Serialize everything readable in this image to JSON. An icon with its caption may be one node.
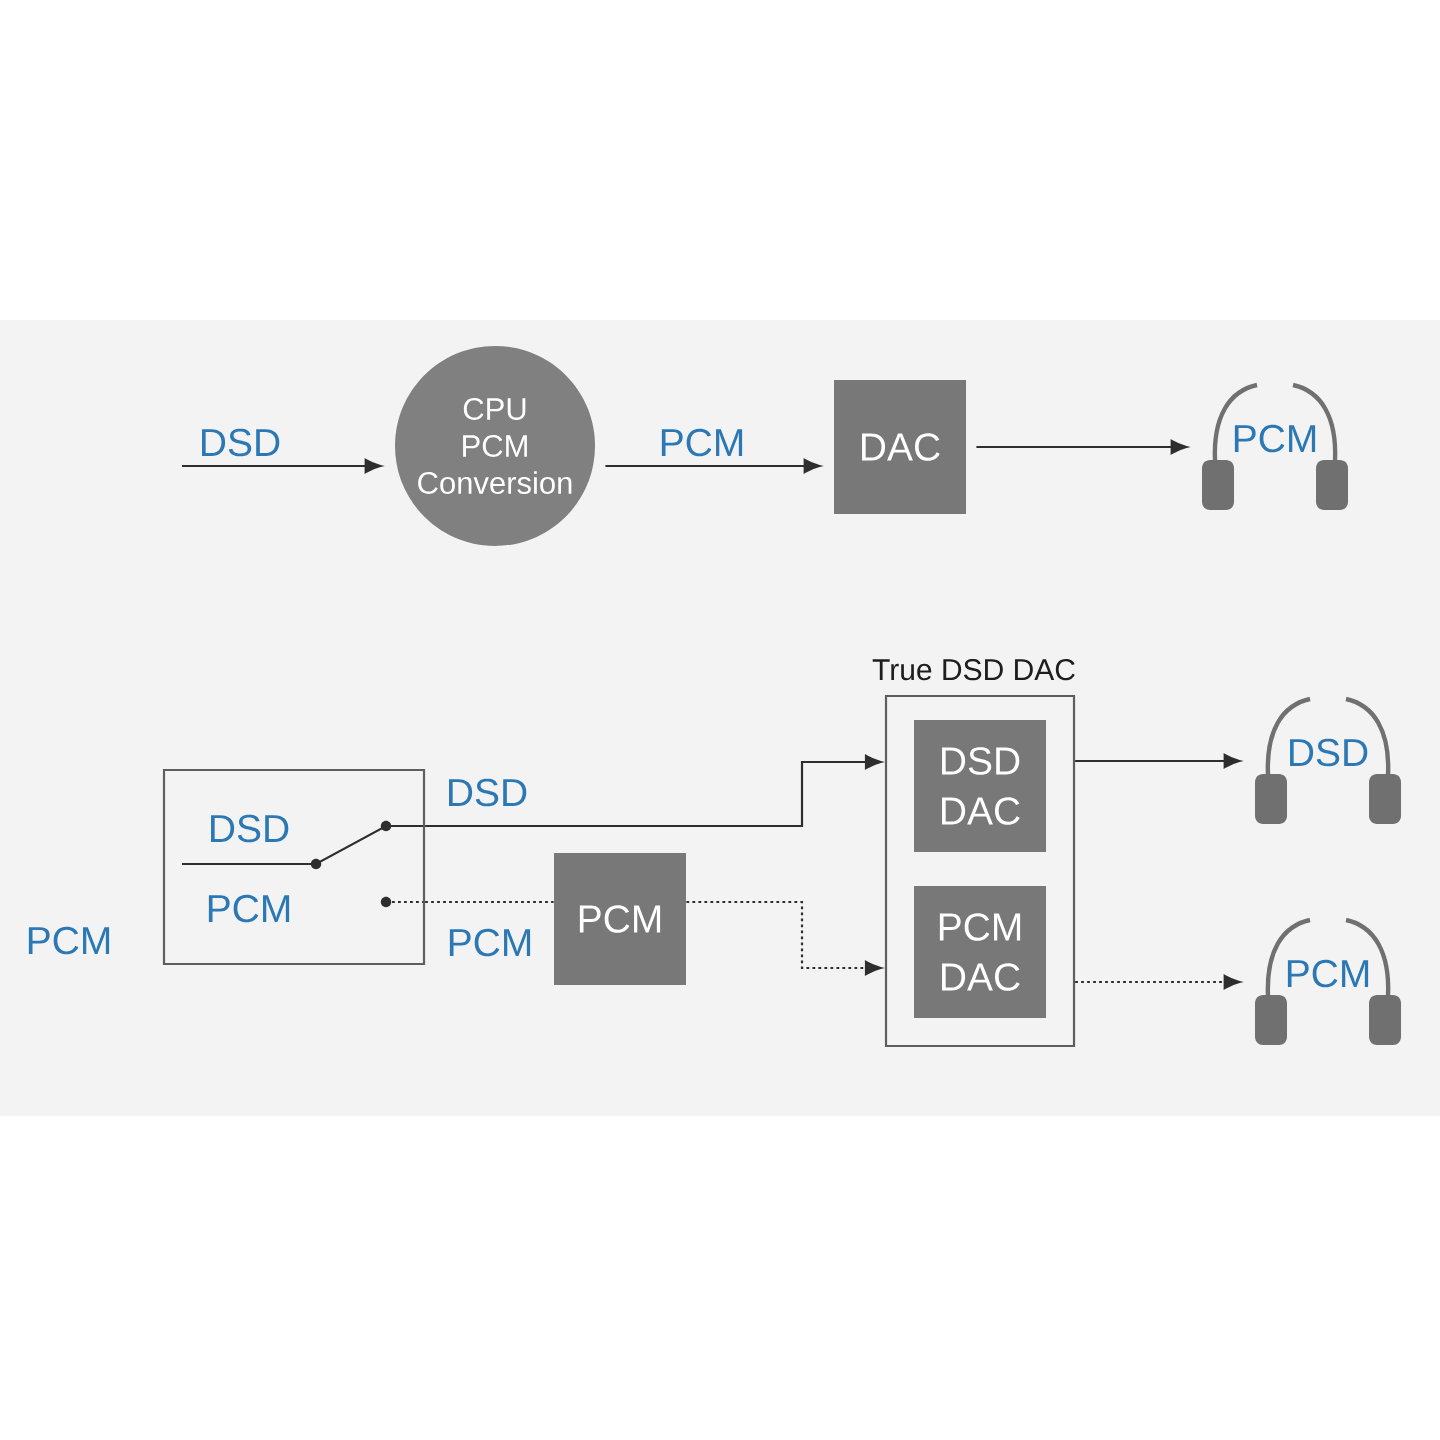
{
  "diagram": {
    "nodes": [
      {
        "text": [
          "CPU PCM Conversion"
        ]
      },
      {
        "text": [
          "DAC"
        ]
      },
      {
        "text": [
          "PCM"
        ]
      },
      {
        "text": [
          "DSD",
          "PCM"
        ]
      },
      {
        "text": [
          "PCM"
        ]
      },
      {
        "text": [
          "True DSD DAC"
        ]
      },
      {
        "text": [
          "DSD DAC"
        ],
        "in": 5
      },
      {
        "text": [
          "PCM DAC"
        ],
        "in": 5
      },
      {
        "text": [
          "DSD"
        ]
      },
      {
        "text": [
          "PCM"
        ]
      }
    ],
    "edges": [
      {
        "from": null,
        "to": 0,
        "arrow": "to",
        "label": "DSD"
      },
      {
        "from": 0,
        "to": 1,
        "arrow": "to",
        "label": "PCM"
      },
      {
        "from": 1,
        "to": 2,
        "arrow": "to"
      },
      {
        "from": 3,
        "to": 5,
        "arrow": "to",
        "label": "DSD"
      },
      {
        "from": 3,
        "to": 4,
        "arrow": "none",
        "label": "PCM",
        "style": "dashed"
      },
      {
        "from": 4,
        "to": 5,
        "arrow": "to",
        "style": "dashed"
      },
      {
        "from": 5,
        "to": 8,
        "arrow": "to"
      },
      {
        "from": 5,
        "to": 9,
        "arrow": "to",
        "style": "dashed"
      }
    ],
    "labels": [
      "PCM"
    ]
  }
}
